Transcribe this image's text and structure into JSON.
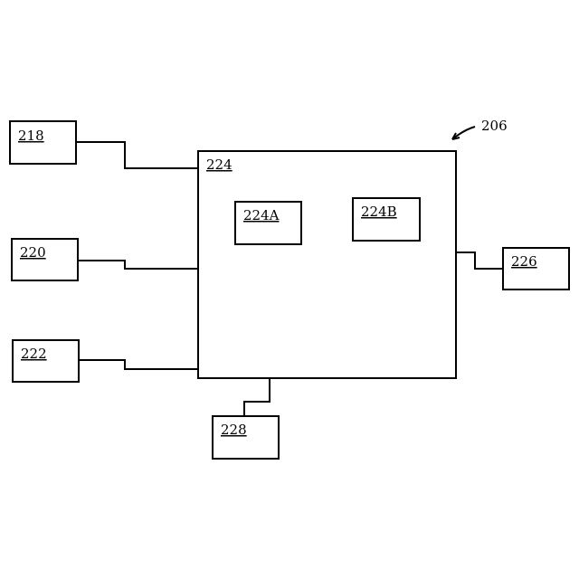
{
  "diagram": {
    "reference": "206",
    "main_block": {
      "label": "224"
    },
    "sub_blocks": [
      {
        "label": "224A"
      },
      {
        "label": "224B"
      }
    ],
    "external_blocks": [
      {
        "label": "218"
      },
      {
        "label": "220"
      },
      {
        "label": "222"
      },
      {
        "label": "226"
      },
      {
        "label": "228"
      }
    ]
  }
}
